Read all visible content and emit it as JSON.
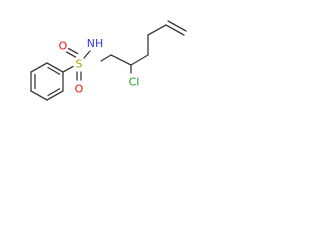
{
  "molecule": {
    "atoms": {
      "nitrogen": {
        "symbol": "N",
        "hydrogen": "H"
      },
      "sulfur": {
        "symbol": "S"
      },
      "oxygen_top": {
        "symbol": "O"
      },
      "oxygen_bottom": {
        "symbol": "O"
      },
      "chlorine": {
        "symbol": "Cl"
      }
    },
    "colors": {
      "bond": "#3a3a3a",
      "nitrogen": "#3333ff",
      "sulfur": "#b3a100",
      "oxygen": "#ff0d0d",
      "chlorine": "#1fa31f"
    }
  }
}
